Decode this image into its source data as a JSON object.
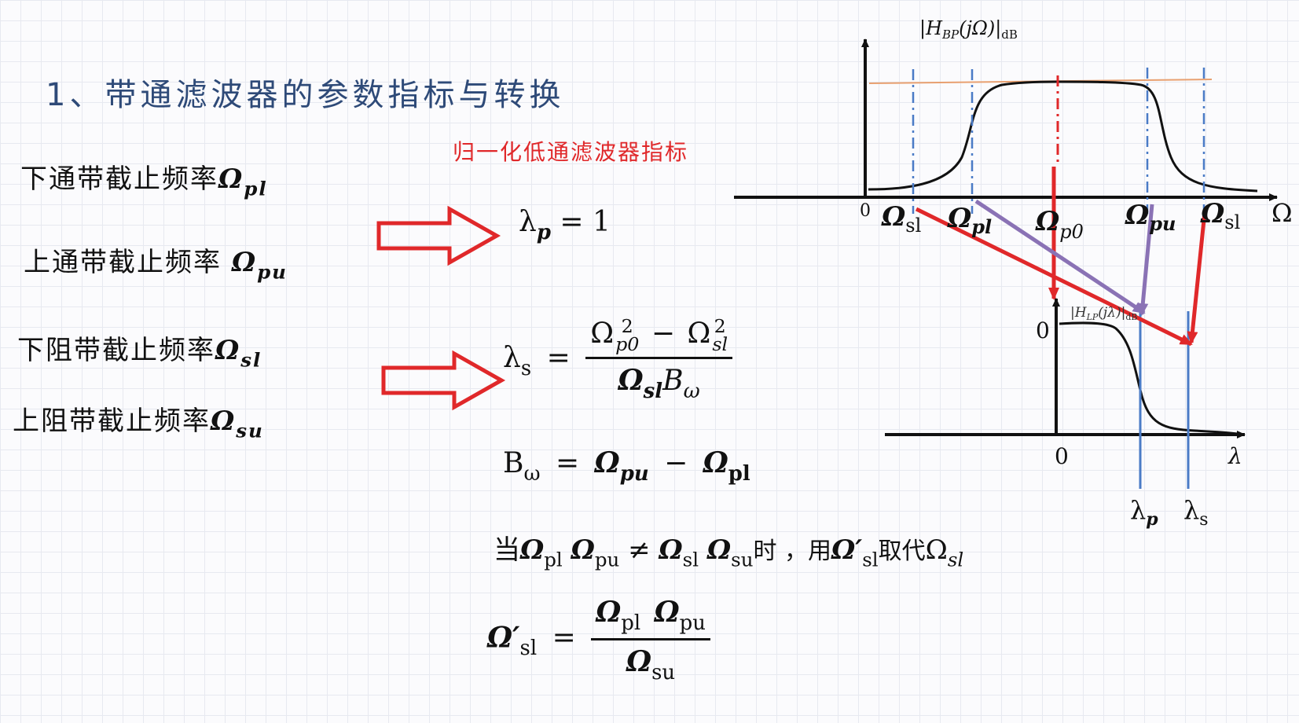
{
  "title": "1、带通滤波器的参数指标与转换",
  "subtitle": "归一化低通滤波器指标",
  "labels": {
    "pl": {
      "text": "下通带截止频率",
      "sym": "Ω",
      "sub": "pl"
    },
    "pu": {
      "text": "上通带截止频率",
      "sym": "Ω",
      "sub": "pu"
    },
    "sl": {
      "text": "下阻带截止频率",
      "sym": "Ω",
      "sub": "sl"
    },
    "su": {
      "text": "上阻带截止频率",
      "sym": "Ω",
      "sub": "su"
    }
  },
  "eq_lambda_p": {
    "lhs": "λ",
    "lhs_sub": "p",
    "rhs": "= 1"
  },
  "eq_lambda_s": {
    "lhs": "λ",
    "lhs_sub": "s",
    "eq": "=",
    "num_a": "Ω",
    "num_a_sup": "2",
    "num_a_sub": "p0",
    "num_minus": "−",
    "num_b": "Ω",
    "num_b_sup": "2",
    "num_b_sub": "sl",
    "den_a": "Ω",
    "den_a_sub": "sl",
    "den_b": "B",
    "den_b_sub": "ω"
  },
  "eq_bw": {
    "lhs": "B",
    "lhs_sub": "ω",
    "eq": "=",
    "a": "Ω",
    "a_sub": "pu",
    "minus": "−",
    "b": "Ω",
    "b_sub": "pl"
  },
  "condition": {
    "prefix": "当",
    "a": "Ω",
    "a_sub": "pl",
    "b": "Ω",
    "b_sub": "pu",
    "neq": "≠",
    "c": "Ω",
    "c_sub": "sl",
    "d": "Ω",
    "d_sub": "su",
    "mid": "时 ，用",
    "e": "Ω′",
    "e_sub": "sl",
    "replace": "取代",
    "f": "Ω",
    "f_sub": "sl"
  },
  "eq_omega_sl": {
    "lhs": "Ω′",
    "lhs_sub": "sl",
    "eq": "=",
    "num_a": "Ω",
    "num_a_sub": "pl",
    "num_b": "Ω",
    "num_b_sub": "pu",
    "den": "Ω",
    "den_sub": "su"
  },
  "bp_graph": {
    "ylabel": "|H",
    "ylabel_sub": "BP",
    "ylabel_mid": "(jΩ)|",
    "ylabel_sub2": "dB",
    "origin": "0",
    "xaxis": "Ω",
    "ticks": [
      {
        "sym": "Ω",
        "sub": "sl"
      },
      {
        "sym": "Ω",
        "sub": "pl"
      },
      {
        "sym": "Ω",
        "sub": "p0"
      },
      {
        "sym": "Ω",
        "sub": "pu"
      },
      {
        "sym": "Ω",
        "sub": "sl"
      }
    ]
  },
  "lp_graph": {
    "ylabel": "|H",
    "ylabel_sub": "LP",
    "ylabel_mid": "(jλ)|",
    "ylabel_sub2": "dB",
    "y_zero": "0",
    "origin": "0",
    "xaxis": "λ",
    "tick_p": {
      "sym": "λ",
      "sub": "p"
    },
    "tick_s": {
      "sym": "λ",
      "sub": "s"
    }
  },
  "colors": {
    "title": "#2e4a78",
    "accent": "#e0282a",
    "purple": "#8a72b5",
    "blue": "#4a7bc6",
    "orange": "#e8a070"
  }
}
